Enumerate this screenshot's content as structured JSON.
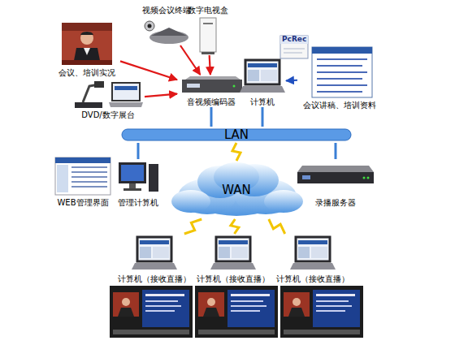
{
  "diagram": {
    "nodes": [
      {
        "text": [
          "会议、培训实况"
        ]
      },
      {
        "text": [
          "视频会议终端"
        ]
      },
      {
        "text": [
          "数字电视盒"
        ]
      },
      {
        "text": [
          "DVD/数字展台"
        ]
      },
      {
        "text": [
          "音视频编码器"
        ]
      },
      {
        "text": [
          "计算机"
        ]
      },
      {
        "text": [
          "会议讲稿、培训资料"
        ]
      },
      {
        "text": [
          "LAN"
        ]
      },
      {
        "text": [
          "WAN"
        ]
      },
      {
        "text": [
          "WEB管理界面"
        ]
      },
      {
        "text": [
          "管理计算机"
        ]
      },
      {
        "text": [
          "录播服务器"
        ]
      },
      {
        "text": [
          "计算机（接收直播）"
        ]
      },
      {
        "text": [
          "计算机（接收直播）"
        ]
      },
      {
        "text": [
          "计算机（接收直播）"
        ]
      }
    ],
    "edges": [
      {
        "from": 0,
        "to": 4,
        "arrow": "to"
      },
      {
        "from": 1,
        "to": 4,
        "arrow": "to"
      },
      {
        "from": 2,
        "to": 4,
        "arrow": "to"
      },
      {
        "from": 3,
        "to": 4,
        "arrow": "to"
      },
      {
        "from": 6,
        "to": 5,
        "arrow": "to"
      },
      {
        "from": 4,
        "to": 7,
        "arrow": "none"
      },
      {
        "from": 5,
        "to": 7,
        "arrow": "none"
      },
      {
        "from": 10,
        "to": 7,
        "arrow": "none"
      },
      {
        "from": 11,
        "to": 7,
        "arrow": "none"
      },
      {
        "from": 7,
        "to": 8,
        "arrow": "none"
      },
      {
        "from": 8,
        "to": 12,
        "arrow": "none"
      },
      {
        "from": 8,
        "to": 13,
        "arrow": "none"
      },
      {
        "from": 8,
        "to": 14,
        "arrow": "none"
      }
    ],
    "labels": [
      "PcRec"
    ]
  }
}
